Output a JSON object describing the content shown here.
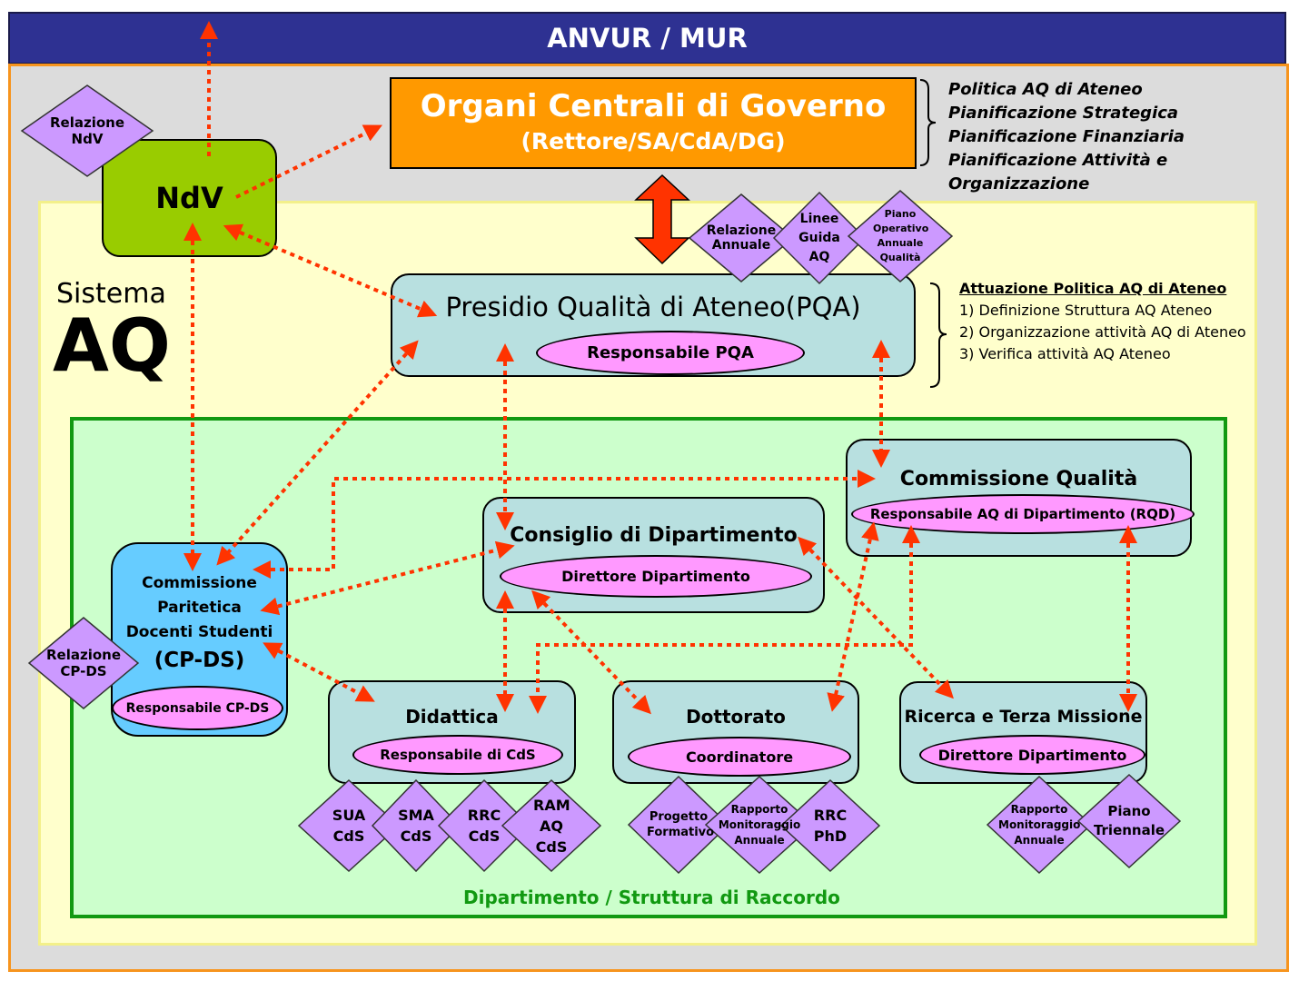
{
  "header": {
    "title": "ANVUR / MUR"
  },
  "system_label": {
    "line1": "Sistema",
    "line2": "AQ"
  },
  "governo": {
    "title": "Organi Centrali di Governo",
    "subtitle": "(Rettore/SA/CdA/DG)",
    "notes": [
      "Politica AQ di Ateneo",
      "Pianificazione Strategica",
      "Pianificazione Finanziaria",
      "Pianificazione Attività e Organizzazione"
    ]
  },
  "ndv": {
    "title": "NdV",
    "report": "Relazione NdV"
  },
  "pqa": {
    "title": "Presidio Qualità di Ateneo(PQA)",
    "responsible": "Responsabile PQA",
    "docs": [
      "Relazione Annuale",
      "Linee Guida AQ",
      "Piano Operativo Annuale Qualità"
    ],
    "notes_title": "Attuazione Politica AQ di Ateneo",
    "notes": [
      "1) Definizione Struttura AQ Ateneo",
      "2) Organizzazione attività AQ di Ateneo",
      "3) Verifica attività AQ Ateneo"
    ]
  },
  "cq": {
    "title": "Commissione Qualità",
    "responsible": "Responsabile AQ di Dipartimento (RQD)"
  },
  "cdd": {
    "title": "Consiglio di Dipartimento",
    "responsible": "Direttore Dipartimento"
  },
  "cpds": {
    "title_lines": [
      "Commissione",
      "Paritetica",
      "Docenti Studenti",
      "(CP-DS)"
    ],
    "responsible": "Responsabile CP-DS",
    "report": "Relazione CP-DS"
  },
  "didattica": {
    "title": "Didattica",
    "responsible": "Responsabile di CdS",
    "docs": [
      "SUA CdS",
      "SMA CdS",
      "RRC CdS",
      "RAM AQ CdS"
    ]
  },
  "dottorato": {
    "title": "Dottorato",
    "responsible": "Coordinatore",
    "docs": [
      "Progetto Formativo",
      "Rapporto Monitoraggio Annuale",
      "RRC PhD"
    ]
  },
  "ricerca": {
    "title": "Ricerca e Terza Missione",
    "responsible": "Direttore Dipartimento",
    "docs": [
      "Rapporto Monitoraggio Annuale",
      "Piano Triennale"
    ]
  },
  "dept_label": "Dipartimento / Struttura di Raccordo",
  "colors": {
    "arrow": "#ff3300",
    "diamond": "#cc99ff",
    "ellipse": "#ff99ff",
    "box": "#b8e0e0",
    "cpds": "#66ccff",
    "ndv": "#99cc00",
    "governo": "#ff9900"
  }
}
